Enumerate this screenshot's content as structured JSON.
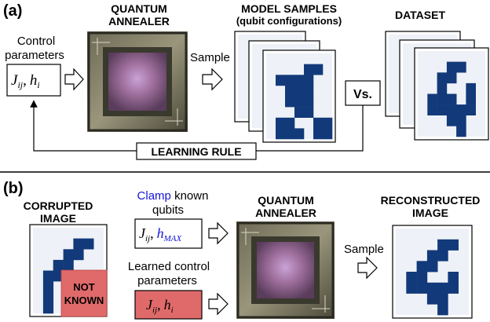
{
  "panel_a": {
    "label": "(a)",
    "annealer_title_1": "QUANTUM",
    "annealer_title_2": "ANNEALER",
    "samples_title_1": "MODEL SAMPLES",
    "samples_title_2": "(qubit configurations)",
    "dataset_title": "DATASET",
    "control_label_1": "Control",
    "control_label_2": "parameters",
    "control_box_1": "J",
    "control_box_1_sub": "ij",
    "control_box_sep": ",",
    "control_box_2": "h",
    "control_box_2_sub": "i",
    "sample_label": "Sample",
    "vs_label": "Vs.",
    "learning_rule_label": "LEARNING RULE"
  },
  "panel_b": {
    "label": "(b)",
    "corrupted_title_1": "CORRUPTED",
    "corrupted_title_2": "IMAGE",
    "not_known_1": "NOT",
    "not_known_2": "KNOWN",
    "clamp_word": "Clamp",
    "clamp_rest": " known",
    "clamp_line_2": "qubits",
    "clamp_box_1": "J",
    "clamp_box_1_sub": "ij",
    "clamp_box_sep": ",",
    "clamp_box_2": "h",
    "clamp_box_2_sub": "MAX",
    "learned_label_1": "Learned control",
    "learned_label_2": "parameters",
    "learned_box_1": "J",
    "learned_box_1_sub": "ij",
    "learned_box_sep": ",",
    "learned_box_2": "h",
    "learned_box_2_sub": "i",
    "annealer_title_1": "QUANTUM",
    "annealer_title_2": "ANNEALER",
    "sample_label": "Sample",
    "reconstructed_title_1": "RECONSTRUCTED",
    "reconstructed_title_2": "IMAGE"
  },
  "colors": {
    "pixel_blue": "#123a7a",
    "pixel_bg": "#eef1f7",
    "clamp_blue": "#1515d6",
    "not_known_red": "#e06a6a",
    "learned_red": "#e06a6a"
  }
}
